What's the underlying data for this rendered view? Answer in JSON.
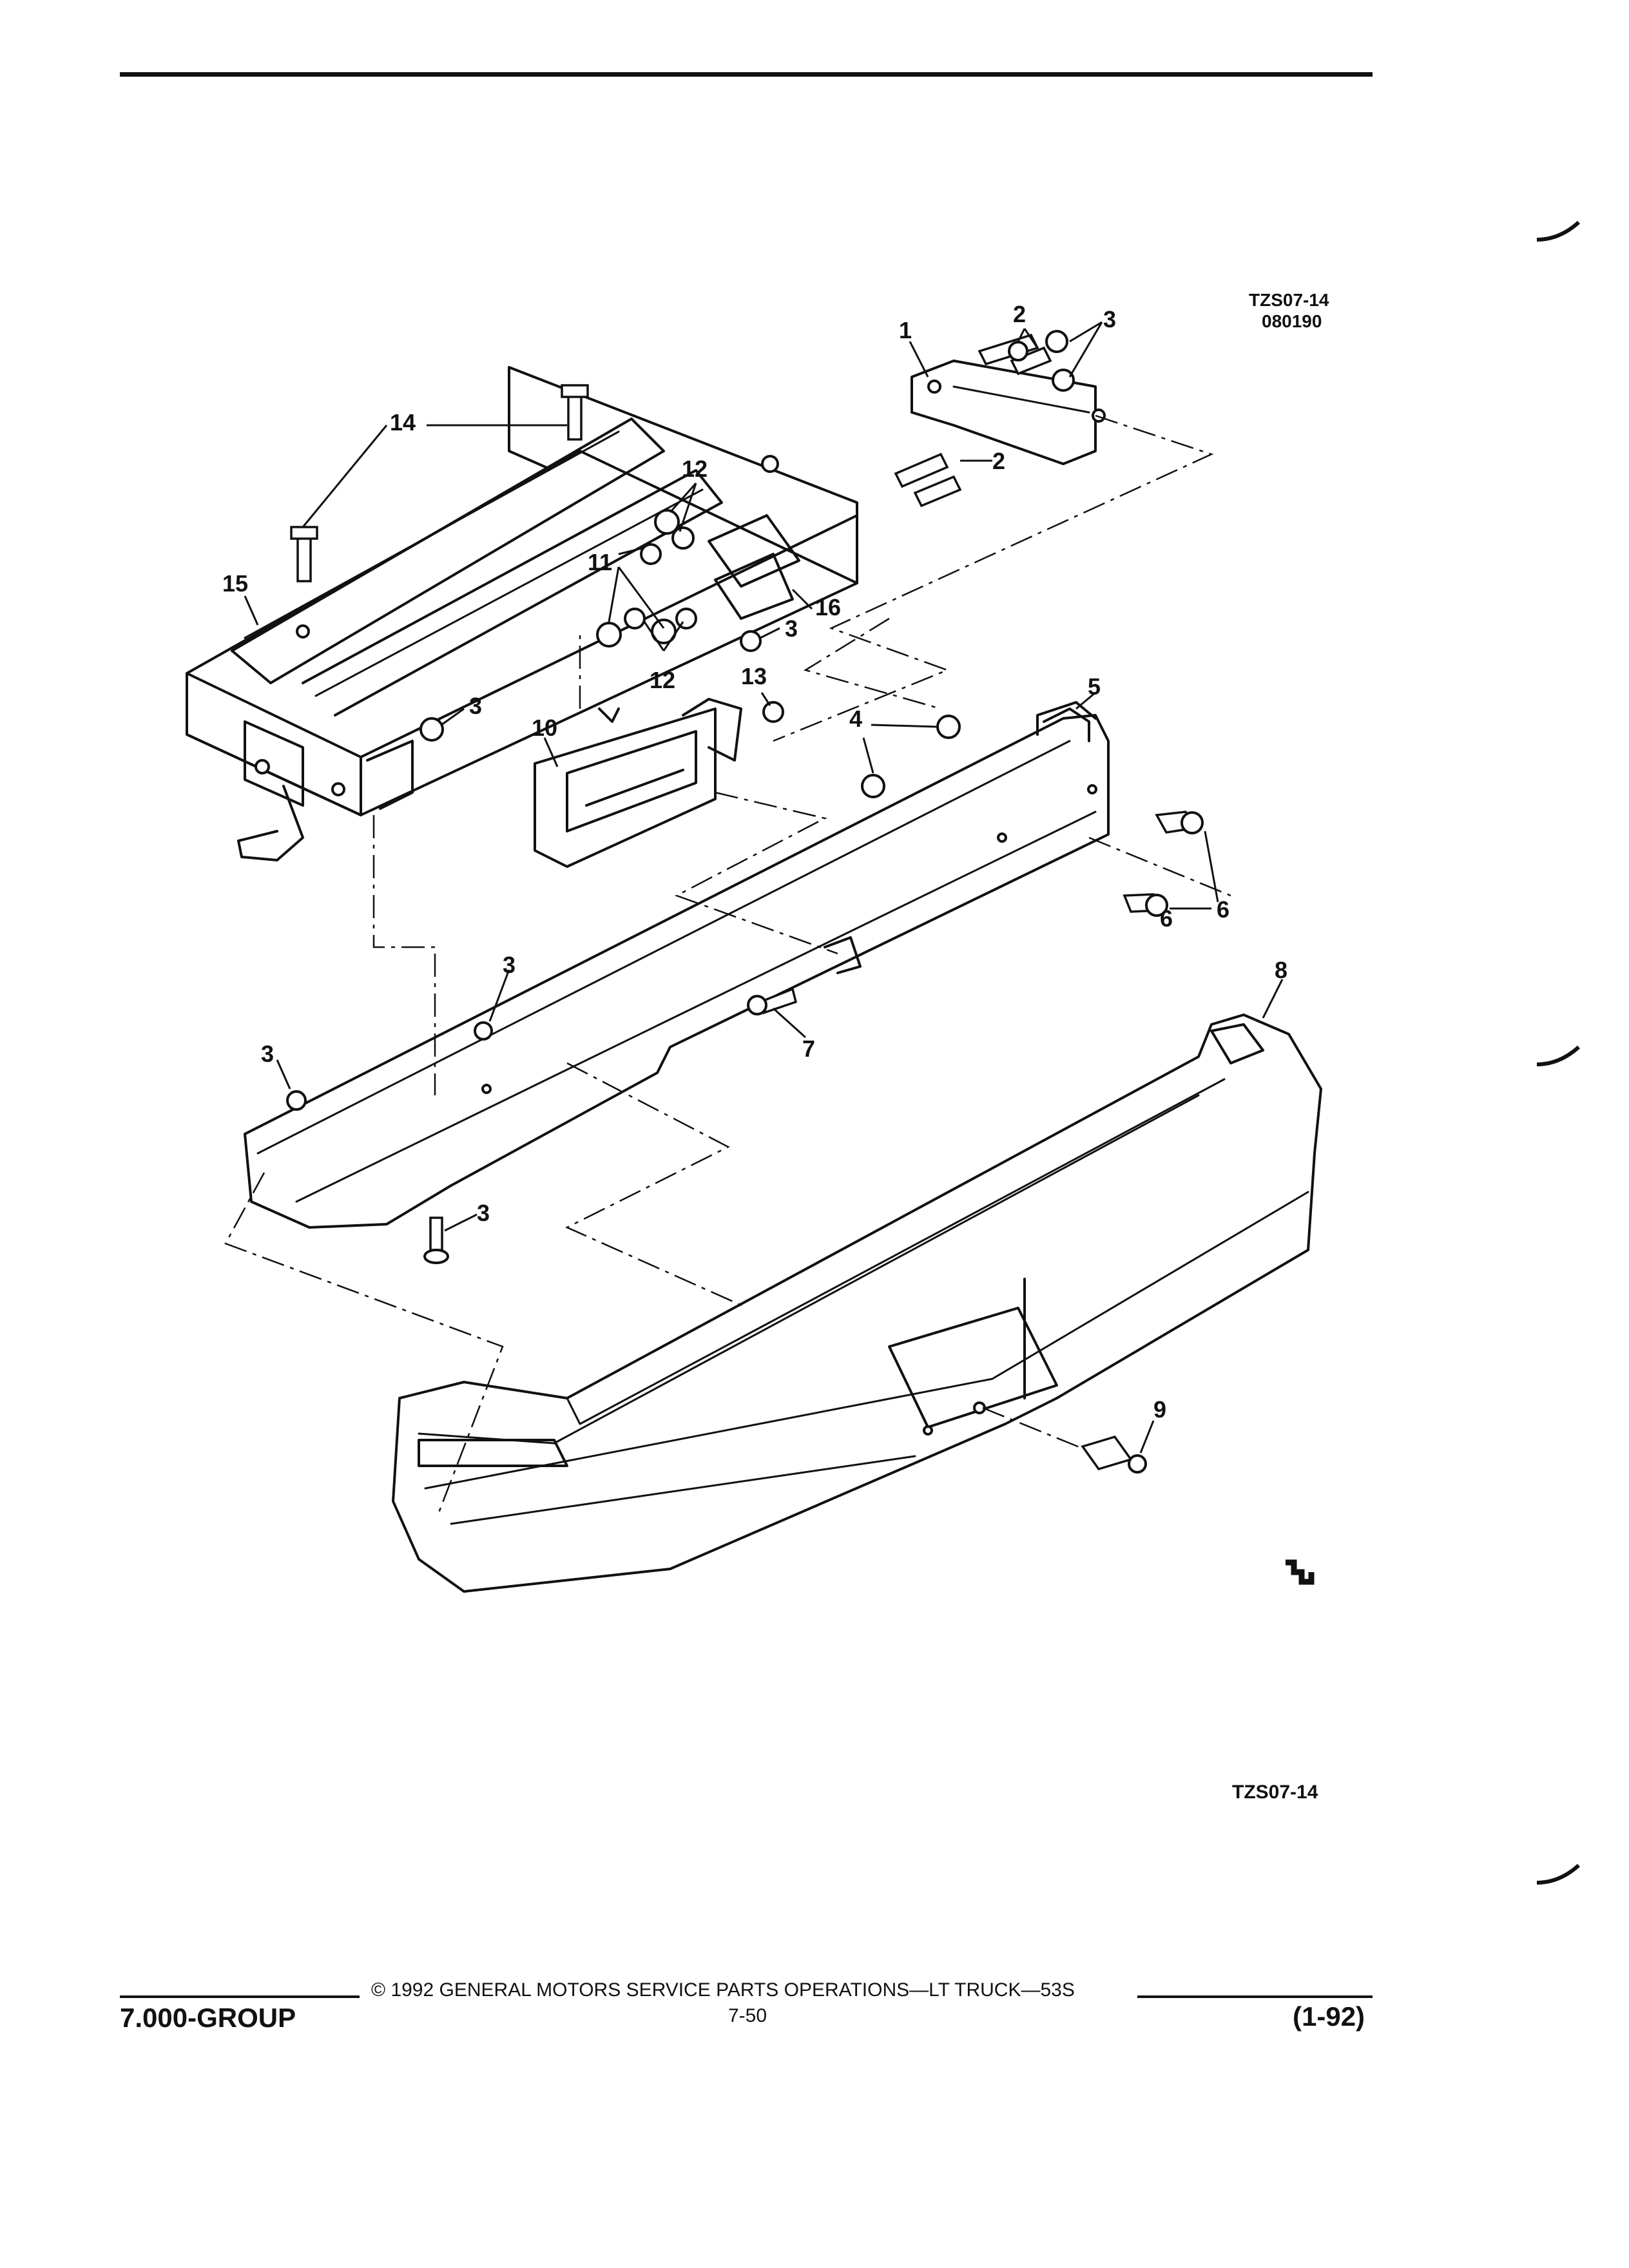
{
  "figure": {
    "ref_code": "TZS07-14",
    "date_code": "080190",
    "bottom_code": "TZS07-14",
    "callouts": [
      "1",
      "2",
      "2",
      "3",
      "3",
      "3",
      "3",
      "3",
      "3",
      "4",
      "5",
      "6",
      "6",
      "7",
      "8",
      "9",
      "10",
      "11",
      "12",
      "12",
      "13",
      "14",
      "15",
      "16"
    ]
  },
  "footer": {
    "group": "7.000-GROUP",
    "copyright": "© 1992 GENERAL MOTORS SERVICE PARTS OPERATIONS—LT TRUCK—53S",
    "page_number": "7-50",
    "revision": "(1-92)"
  }
}
